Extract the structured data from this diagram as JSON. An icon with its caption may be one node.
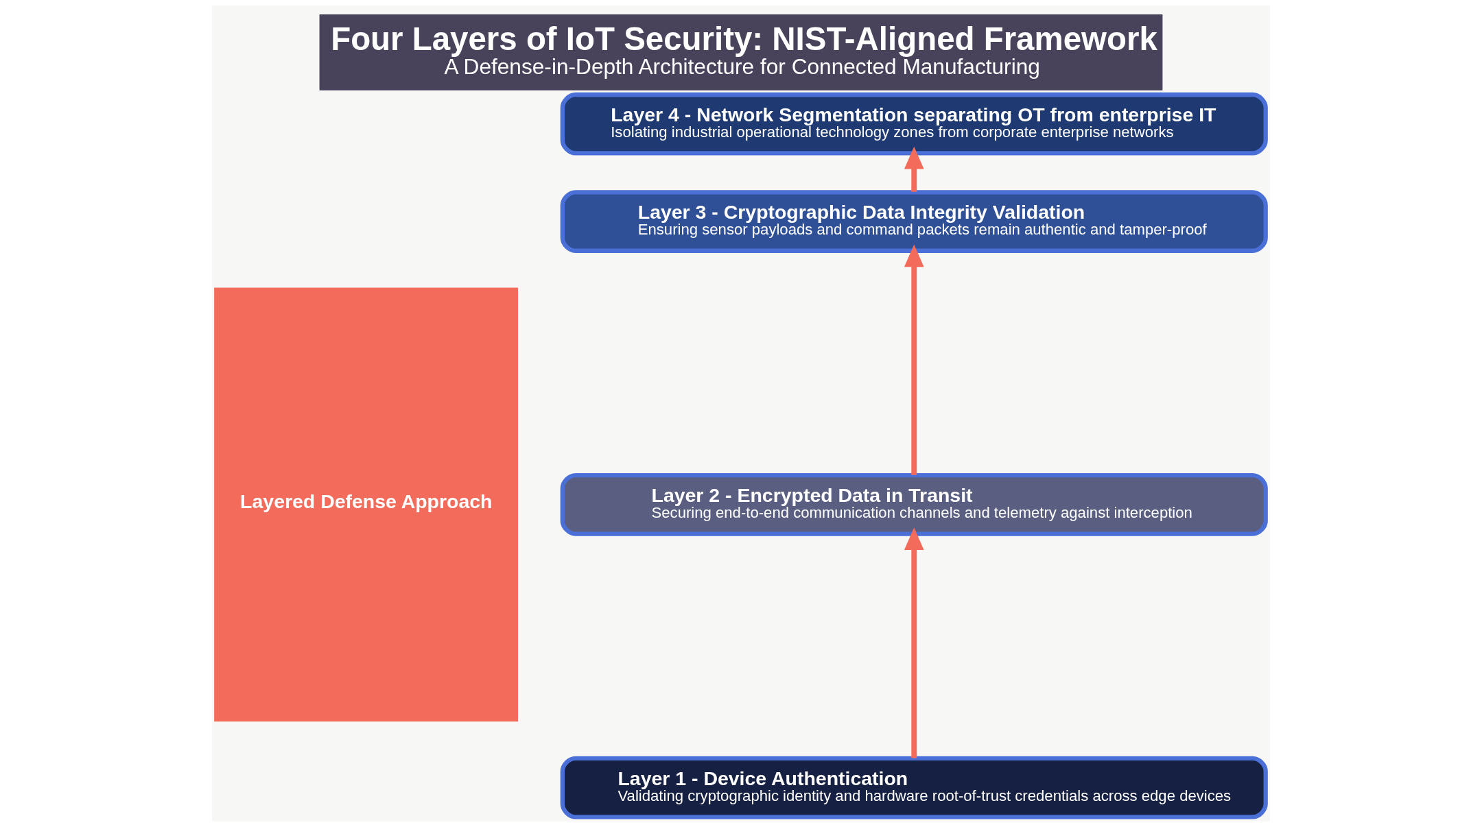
{
  "diagram": {
    "title": "Four Layers of IoT Security: NIST-Aligned Framework",
    "caption": "A Defense-in-Depth Architecture for Connected Manufacturing",
    "nodes": [
      {
        "text": [
          "Layered Defense Approach"
        ]
      },
      {
        "text": [
          "Layer 4 - Network Segmentation separating OT from enterprise IT",
          "Isolating industrial operational technology zones from corporate enterprise networks"
        ]
      },
      {
        "text": [
          "Layer 3 - Cryptographic Data Integrity Validation",
          "Ensuring sensor payloads and command packets remain authentic and tamper-proof"
        ]
      },
      {
        "text": [
          "Layer 2 - Encrypted Data in Transit",
          "Securing end-to-end communication channels and telemetry against interception"
        ]
      },
      {
        "text": [
          "Layer 1 - Device Authentication",
          "Validating cryptographic identity and hardware root-of-trust credentials across edge devices"
        ]
      }
    ],
    "edges": [
      {
        "from": 4,
        "to": 3,
        "arrow": "to"
      },
      {
        "from": 3,
        "to": 2,
        "arrow": "to"
      },
      {
        "from": 2,
        "to": 1,
        "arrow": "to"
      }
    ]
  }
}
